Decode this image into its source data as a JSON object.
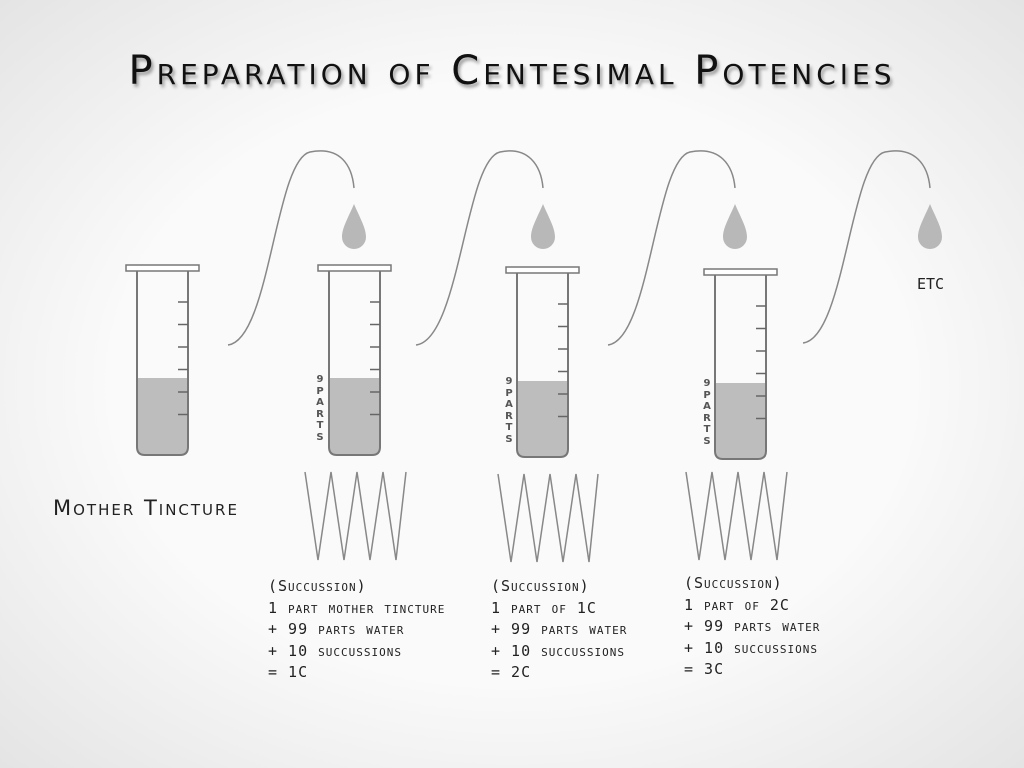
{
  "title": "Preparation of Centesimal Potencies",
  "mother_tincture_label": "Mother Tincture",
  "etc_label": "ETC",
  "parts_label": "9PARTS",
  "steps": [
    {
      "heading": "(Succussion)",
      "line1": "1 part mother tincture",
      "line2": "+ 99 parts water",
      "line3": "+ 10 succussions",
      "result": "= 1C"
    },
    {
      "heading": "(Succussion)",
      "line1": "1 part of 1C",
      "line2": "+ 99 parts water",
      "line3": "+ 10 succussions",
      "result": "= 2C"
    },
    {
      "heading": "(Succussion)",
      "line1": "1 part of 2C",
      "line2": "+ 99 parts water",
      "line3": "+ 10 succussions",
      "result": "= 3C"
    }
  ],
  "colors": {
    "liquid": "#bdbdbd",
    "outline": "#777777"
  }
}
